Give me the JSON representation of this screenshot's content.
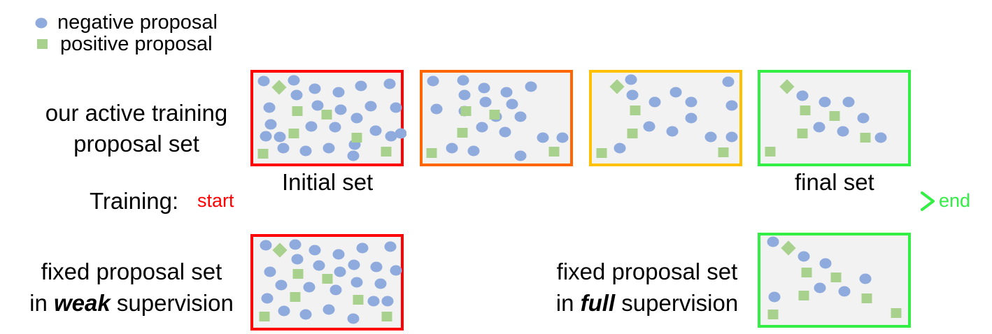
{
  "colors": {
    "negative": "#8faadc",
    "positive": "#a9d18e",
    "red": "#ff0000",
    "orange": "#ff6600",
    "amber": "#ffc000",
    "green": "#33ee44"
  },
  "legend": {
    "negative_label": "negative proposal",
    "positive_label": "positive proposal"
  },
  "labels": {
    "active_line1": "our active training",
    "active_line2": "proposal set",
    "initial_set": "Initial set",
    "final_set": "final set",
    "training": "Training:",
    "start": "start",
    "end": "end",
    "weak_line1": "fixed proposal set",
    "weak_in": "in ",
    "weak_em": "weak",
    "weak_rest": " supervision",
    "full_line1": "fixed proposal set",
    "full_in": "in ",
    "full_em": "full",
    "full_rest": " supervision"
  },
  "panels": [
    {
      "id": "active-1",
      "border": "red",
      "circles": [
        [
          15,
          12
        ],
        [
          58,
          11
        ],
        [
          23,
          50
        ],
        [
          62,
          32
        ],
        [
          88,
          23
        ],
        [
          122,
          28
        ],
        [
          154,
          19
        ],
        [
          195,
          16
        ],
        [
          25,
          74
        ],
        [
          38,
          92
        ],
        [
          92,
          47
        ],
        [
          125,
          53
        ],
        [
          148,
          65
        ],
        [
          168,
          48
        ],
        [
          204,
          50
        ],
        [
          83,
          77
        ],
        [
          117,
          78
        ],
        [
          145,
          103
        ],
        [
          175,
          83
        ],
        [
          197,
          91
        ],
        [
          18,
          91
        ],
        [
          43,
          108
        ],
        [
          75,
          112
        ],
        [
          108,
          108
        ],
        [
          143,
          119
        ],
        [
          211,
          87
        ]
      ],
      "squares": [
        [
          63,
          55
        ],
        [
          105,
          60
        ],
        [
          58,
          87
        ],
        [
          148,
          93
        ],
        [
          14,
          116
        ],
        [
          190,
          113
        ]
      ],
      "diamonds": [
        [
          37,
          21
        ]
      ]
    },
    {
      "id": "active-2",
      "border": "orange",
      "circles": [
        [
          15,
          12
        ],
        [
          58,
          11
        ],
        [
          88,
          22
        ],
        [
          120,
          28
        ],
        [
          155,
          20
        ],
        [
          60,
          32
        ],
        [
          90,
          42
        ],
        [
          128,
          45
        ],
        [
          20,
          52
        ],
        [
          60,
          55
        ],
        [
          105,
          63
        ],
        [
          140,
          63
        ],
        [
          85,
          78
        ],
        [
          118,
          85
        ],
        [
          172,
          93
        ],
        [
          200,
          93
        ],
        [
          42,
          108
        ],
        [
          73,
          112
        ],
        [
          140,
          119
        ]
      ],
      "squares": [
        [
          62,
          55
        ],
        [
          103,
          60
        ],
        [
          57,
          86
        ],
        [
          13,
          115
        ],
        [
          188,
          113
        ]
      ],
      "diamonds": []
    },
    {
      "id": "active-3",
      "border": "amber",
      "circles": [
        [
          56,
          10
        ],
        [
          58,
          32
        ],
        [
          90,
          42
        ],
        [
          120,
          28
        ],
        [
          142,
          42
        ],
        [
          195,
          13
        ],
        [
          200,
          47
        ],
        [
          142,
          65
        ],
        [
          82,
          77
        ],
        [
          115,
          84
        ],
        [
          170,
          92
        ],
        [
          200,
          92
        ],
        [
          40,
          108
        ]
      ],
      "squares": [
        [
          62,
          54
        ],
        [
          58,
          87
        ],
        [
          14,
          115
        ],
        [
          188,
          114
        ]
      ],
      "diamonds": [
        [
          36,
          20
        ]
      ]
    },
    {
      "id": "active-4",
      "border": "green",
      "circles": [
        [
          60,
          33
        ],
        [
          92,
          42
        ],
        [
          126,
          42
        ],
        [
          147,
          65
        ],
        [
          84,
          78
        ],
        [
          118,
          84
        ],
        [
          172,
          93
        ]
      ],
      "squares": [
        [
          64,
          54
        ],
        [
          106,
          62
        ],
        [
          60,
          87
        ],
        [
          150,
          93
        ],
        [
          14,
          113
        ]
      ],
      "diamonds": [
        [
          38,
          20
        ]
      ]
    },
    {
      "id": "weak",
      "border": "red",
      "circles": [
        [
          18,
          12
        ],
        [
          60,
          11
        ],
        [
          63,
          32
        ],
        [
          88,
          19
        ],
        [
          122,
          25
        ],
        [
          156,
          16
        ],
        [
          196,
          14
        ],
        [
          24,
          50
        ],
        [
          94,
          41
        ],
        [
          124,
          50
        ],
        [
          144,
          40
        ],
        [
          176,
          43
        ],
        [
          204,
          48
        ],
        [
          40,
          69
        ],
        [
          80,
          72
        ],
        [
          118,
          76
        ],
        [
          148,
          65
        ],
        [
          182,
          67
        ],
        [
          20,
          88
        ],
        [
          44,
          106
        ],
        [
          75,
          111
        ],
        [
          108,
          104
        ],
        [
          143,
          117
        ],
        [
          172,
          92
        ],
        [
          192,
          92
        ]
      ],
      "squares": [
        [
          64,
          53
        ],
        [
          106,
          60
        ],
        [
          60,
          86
        ],
        [
          150,
          90
        ],
        [
          16,
          114
        ],
        [
          191,
          114
        ]
      ],
      "diamonds": [
        [
          38,
          19
        ]
      ]
    },
    {
      "id": "full",
      "border": "green",
      "circles": [
        [
          18,
          9
        ],
        [
          62,
          30
        ],
        [
          93,
          40
        ],
        [
          150,
          62
        ],
        [
          85,
          75
        ],
        [
          120,
          80
        ],
        [
          20,
          88
        ]
      ],
      "squares": [
        [
          66,
          53
        ],
        [
          108,
          60
        ],
        [
          62,
          86
        ],
        [
          152,
          90
        ],
        [
          18,
          113
        ],
        [
          194,
          111
        ]
      ],
      "diamonds": [
        [
          40,
          18
        ]
      ]
    }
  ]
}
